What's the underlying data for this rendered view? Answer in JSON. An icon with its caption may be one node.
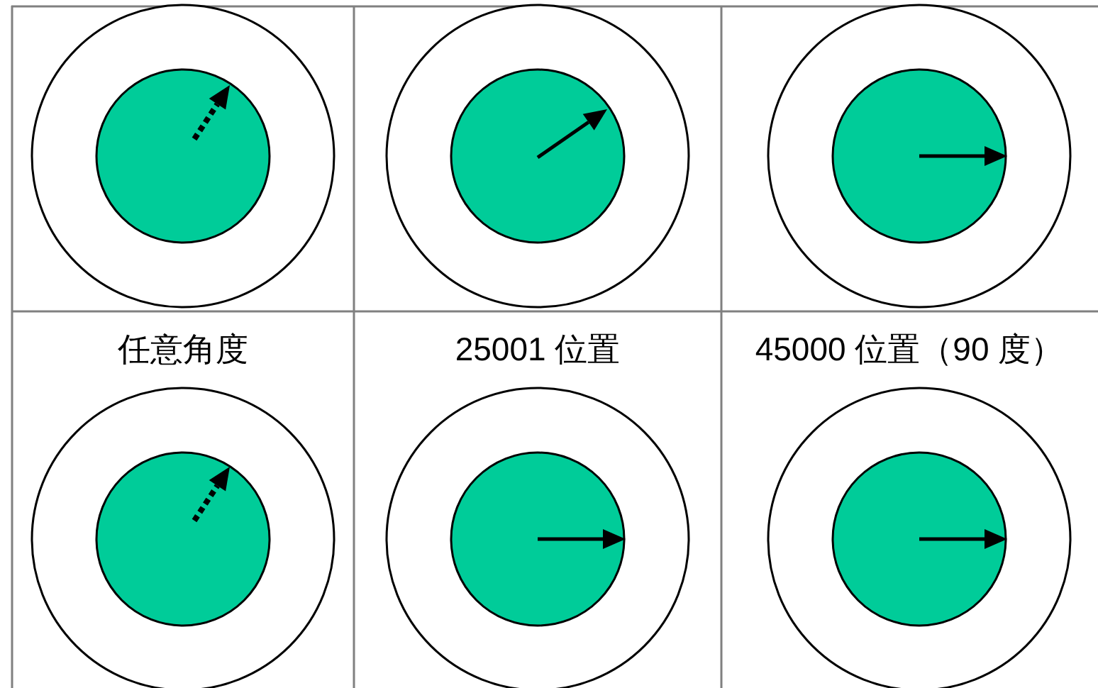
{
  "diagram": {
    "labels": [
      "任意角度",
      "25001 位置",
      "45000 位置（90 度）"
    ]
  }
}
